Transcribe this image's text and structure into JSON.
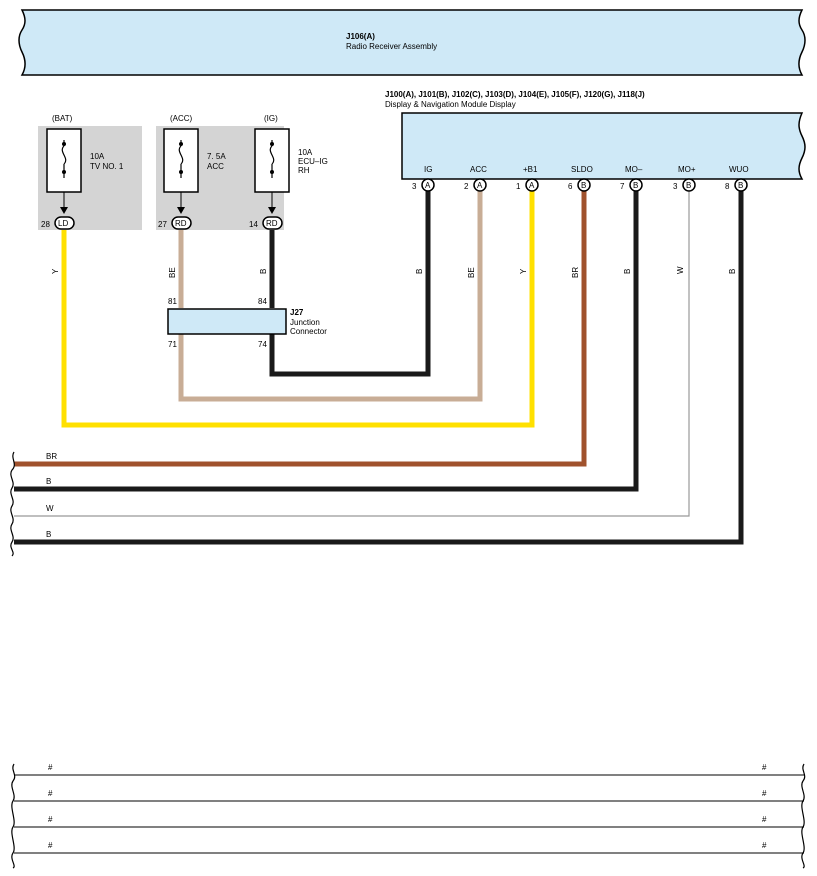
{
  "radio": {
    "id": "J106(A)",
    "name": "Radio Receiver Assembly"
  },
  "display": {
    "id": "J100(A), J101(B), J102(C), J103(D), J104(E), J105(F), J120(G), J118(J)",
    "name": "Display & Navigation Module Display",
    "pins": [
      {
        "label": "IG",
        "num": "3",
        "conn": "A"
      },
      {
        "label": "ACC",
        "num": "2",
        "conn": "A"
      },
      {
        "label": "+B1",
        "num": "1",
        "conn": "A"
      },
      {
        "label": "SLDO",
        "num": "6",
        "conn": "B"
      },
      {
        "label": "MO–",
        "num": "7",
        "conn": "B"
      },
      {
        "label": "MO+",
        "num": "3",
        "conn": "B"
      },
      {
        "label": "WUO",
        "num": "8",
        "conn": "B"
      }
    ]
  },
  "fuses": [
    {
      "header": "(BAT)",
      "amp": "10A",
      "name1": "TV NO. 1",
      "name2": "",
      "pin": "28",
      "conn": "LD"
    },
    {
      "header": "(ACC)",
      "amp": "7. 5A",
      "name1": "ACC",
      "name2": "",
      "pin": "27",
      "conn": "RD"
    },
    {
      "header": "(IG)",
      "amp": "10A",
      "name1": "ECU–IG",
      "name2": "RH",
      "pin": "14",
      "conn": "RD"
    }
  ],
  "junction": {
    "id": "J27",
    "line1": "Junction",
    "line2": "Connector",
    "pin_tl": "81",
    "pin_tr": "84",
    "pin_bl": "71",
    "pin_br": "74"
  },
  "wire_labels": {
    "y1": "Y",
    "be1": "BE",
    "b1": "B",
    "b_ig": "B",
    "be_acc": "BE",
    "y_b1": "Y",
    "br_sldo": "BR",
    "b_mo": "B",
    "w_mo": "W",
    "b_wuo": "B"
  },
  "bus_labels": [
    "BR",
    "B",
    "W",
    "B"
  ],
  "hash_rows": [
    "#",
    "#",
    "#",
    "#"
  ],
  "colors": {
    "yellow": "#ffe000",
    "beige": "#c8ad96",
    "black": "#1a1a1a",
    "brown": "#a0522d",
    "white_wire": "#999999",
    "component": "#cfe9f7",
    "fuse_box": "#d4d4d4"
  }
}
